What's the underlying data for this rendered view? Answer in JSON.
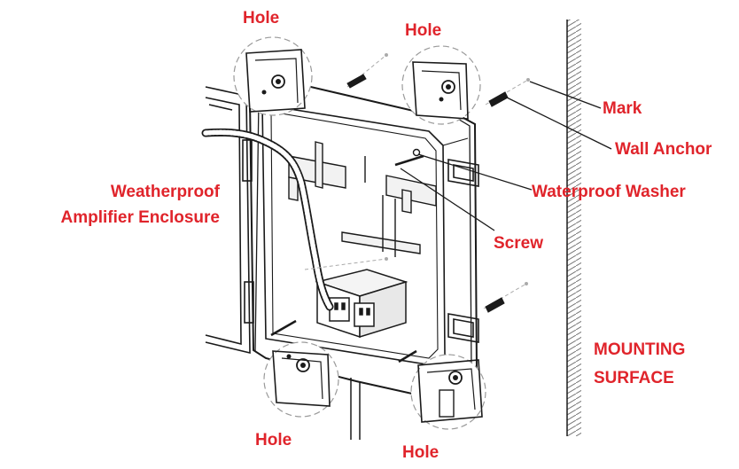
{
  "labels": {
    "hole_top_left": "Hole",
    "hole_top_right": "Hole",
    "hole_bottom_left": "Hole",
    "hole_bottom_right": "Hole",
    "mark": "Mark",
    "wall_anchor": "Wall Anchor",
    "waterproof_washer": "Waterproof Washer",
    "screw": "Screw",
    "enclosure_line1": "Weatherproof",
    "enclosure_line2": "Amplifier Enclosure",
    "surface_line1": "MOUNTING",
    "surface_line2": "SURFACE"
  },
  "colors": {
    "label": "#e0242b",
    "line": "#1a1a1a",
    "hatch": "#7a7a7a",
    "detail_circle": "#9a9a9a"
  }
}
